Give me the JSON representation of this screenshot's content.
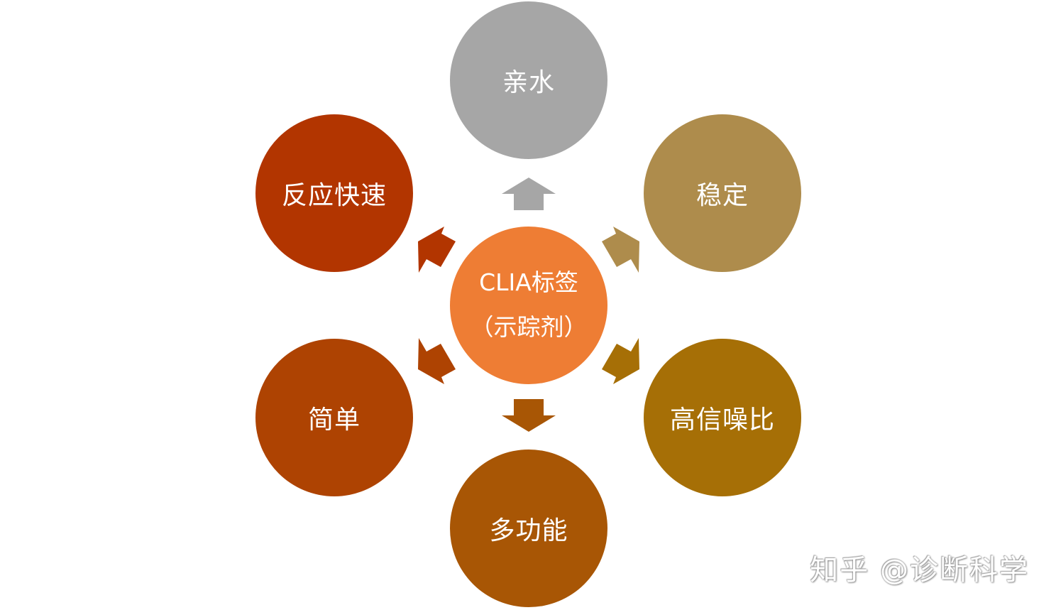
{
  "center": {
    "line1": "CLIA标签",
    "line2": "（示踪剂）",
    "color": "#ee7d34"
  },
  "nodes": [
    {
      "label": "亲水",
      "color": "#a6a6a6"
    },
    {
      "label": "稳定",
      "color": "#ae8c4c"
    },
    {
      "label": "高信噪比",
      "color": "#a66f06"
    },
    {
      "label": "多功能",
      "color": "#a85605"
    },
    {
      "label": "简单",
      "color": "#ae4302"
    },
    {
      "label": "反应快速",
      "color": "#b23500"
    }
  ],
  "watermark": "知乎 @诊断科学"
}
